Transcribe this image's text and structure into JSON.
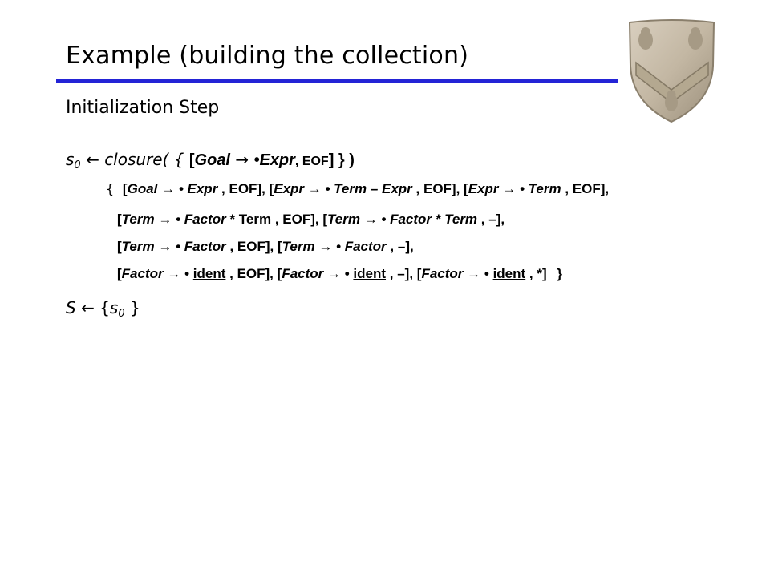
{
  "slide": {
    "title": "Example (building the collection)",
    "subtitle": "Initialization Step"
  },
  "closure_line": {
    "lhs": "s",
    "lhs_sub": "0",
    "arrow": "←",
    "func": "closure( {",
    "item_open": "[",
    "goal": "Goal",
    "to": "→",
    "dot_expr": "•Expr",
    "eof": ", EOF",
    "item_close": "] } )"
  },
  "set": {
    "open_brace": "{",
    "row1": [
      {
        "b1": "[",
        "lhs": "Goal",
        "arr": " → ",
        "rhs": "• Expr",
        "tail": ", EOF],"
      },
      {
        "b1": " [",
        "lhs": "Expr",
        "arr": " → ",
        "rhs": "• Term – Expr",
        "tail": ", EOF],"
      },
      {
        "b1": " [",
        "lhs": "Expr",
        "arr": " → ",
        "rhs": "• Term",
        "tail": ", EOF],"
      }
    ],
    "row2": [
      {
        "b1": "[",
        "lhs": "Term",
        "arr": " → ",
        "rhs": "• Factor",
        "mid": " * Term",
        "tail": ", EOF],"
      },
      {
        "b1": " [",
        "lhs": "Term",
        "arr": " → ",
        "rhs": "• Factor * Term",
        "mid": "",
        "tail": ", –],"
      }
    ],
    "row3": [
      {
        "b1": "[",
        "lhs": "Term",
        "arr": " → ",
        "rhs": "• Factor",
        "tail": ", EOF],"
      },
      {
        "b1": " [",
        "lhs": "Term",
        "arr": " → ",
        "rhs": "• Factor",
        "tail": ", –],"
      }
    ],
    "row4": [
      {
        "b1": "[",
        "lhs": "Factor",
        "arr": " → ",
        "dot": "• ",
        "id": "ident",
        "tail": ", EOF],"
      },
      {
        "b1": "  [",
        "lhs": "Factor",
        "arr": " → ",
        "dot": "• ",
        "id": "ident",
        "tail": ", –],"
      },
      {
        "b1": " [",
        "lhs": "Factor",
        "arr": " → ",
        "dot": "• ",
        "id": "ident",
        "tail": ", *]"
      }
    ],
    "close_brace": "}"
  },
  "result_line": {
    "lhs": "S",
    "arrow": "←",
    "open": "{",
    "elem": "s",
    "elem_sub": "0",
    "close": "}"
  },
  "colors": {
    "title_rule": "#2323d6"
  },
  "crest_icon": "university-shield-crest"
}
